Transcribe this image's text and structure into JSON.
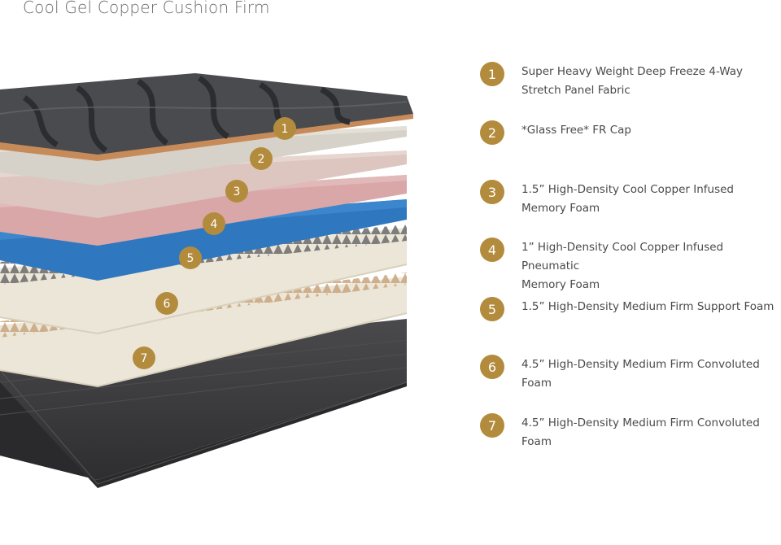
{
  "title": "Cool Gel Copper Cushion Firm",
  "colors": {
    "badge": "#b38b3d",
    "cover": "#4a4b4e",
    "copper": "#c78b5a",
    "cap": "#d6d2c9",
    "copper_foam": "#dcc6bf",
    "pneumatic_foam": "#d9a7a8",
    "support_foam": "#2f77be",
    "convoluted_foam": "#ece6d8",
    "base": "#3d3d3f"
  },
  "layers": [
    {
      "number": "1",
      "label": "Super Heavy Weight Deep Freeze 4-Way\nStretch Panel Fabric"
    },
    {
      "number": "2",
      "label": "*Glass Free* FR Cap"
    },
    {
      "number": "3",
      "label": "1.5” High-Density Cool Copper Infused\nMemory Foam"
    },
    {
      "number": "4",
      "label": "1” High-Density Cool Copper Infused Pneumatic\nMemory Foam"
    },
    {
      "number": "5",
      "label": "1.5” High-Density Medium Firm Support Foam"
    },
    {
      "number": "6",
      "label": "4.5” High-Density Medium Firm Convoluted Foam"
    },
    {
      "number": "7",
      "label": "4.5” High-Density Medium Firm Convoluted Foam"
    }
  ]
}
